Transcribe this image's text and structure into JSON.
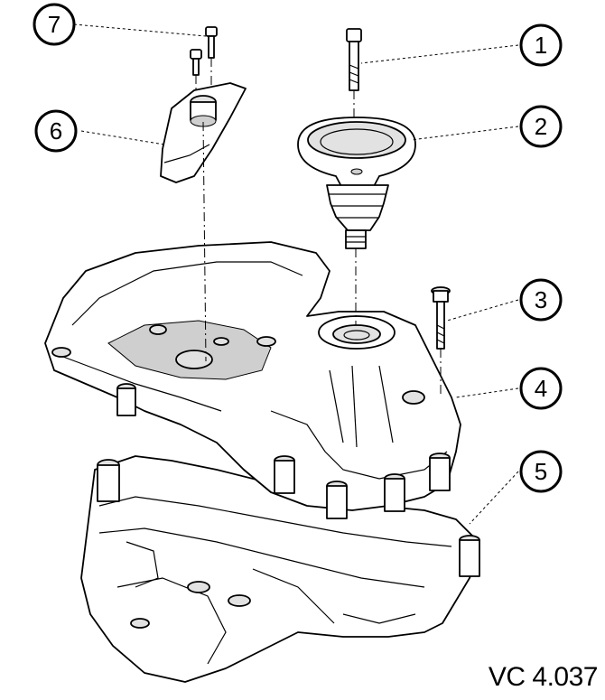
{
  "callouts": [
    {
      "label": "1"
    },
    {
      "label": "2"
    },
    {
      "label": "3"
    },
    {
      "label": "4"
    },
    {
      "label": "5"
    },
    {
      "label": "6"
    },
    {
      "label": "7"
    }
  ],
  "reference_code": "VC 4.037"
}
